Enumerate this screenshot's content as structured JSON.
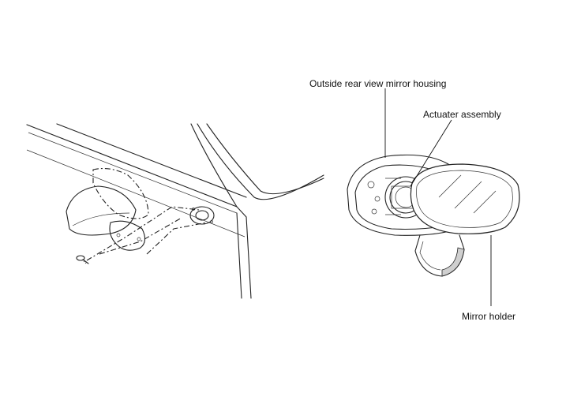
{
  "labels": {
    "housing": "Outside rear view mirror housing",
    "actuator": "Actuater assembly",
    "holder": "Mirror holder"
  },
  "colors": {
    "line": "#222222",
    "background": "#ffffff",
    "shade": "#cccccc"
  }
}
